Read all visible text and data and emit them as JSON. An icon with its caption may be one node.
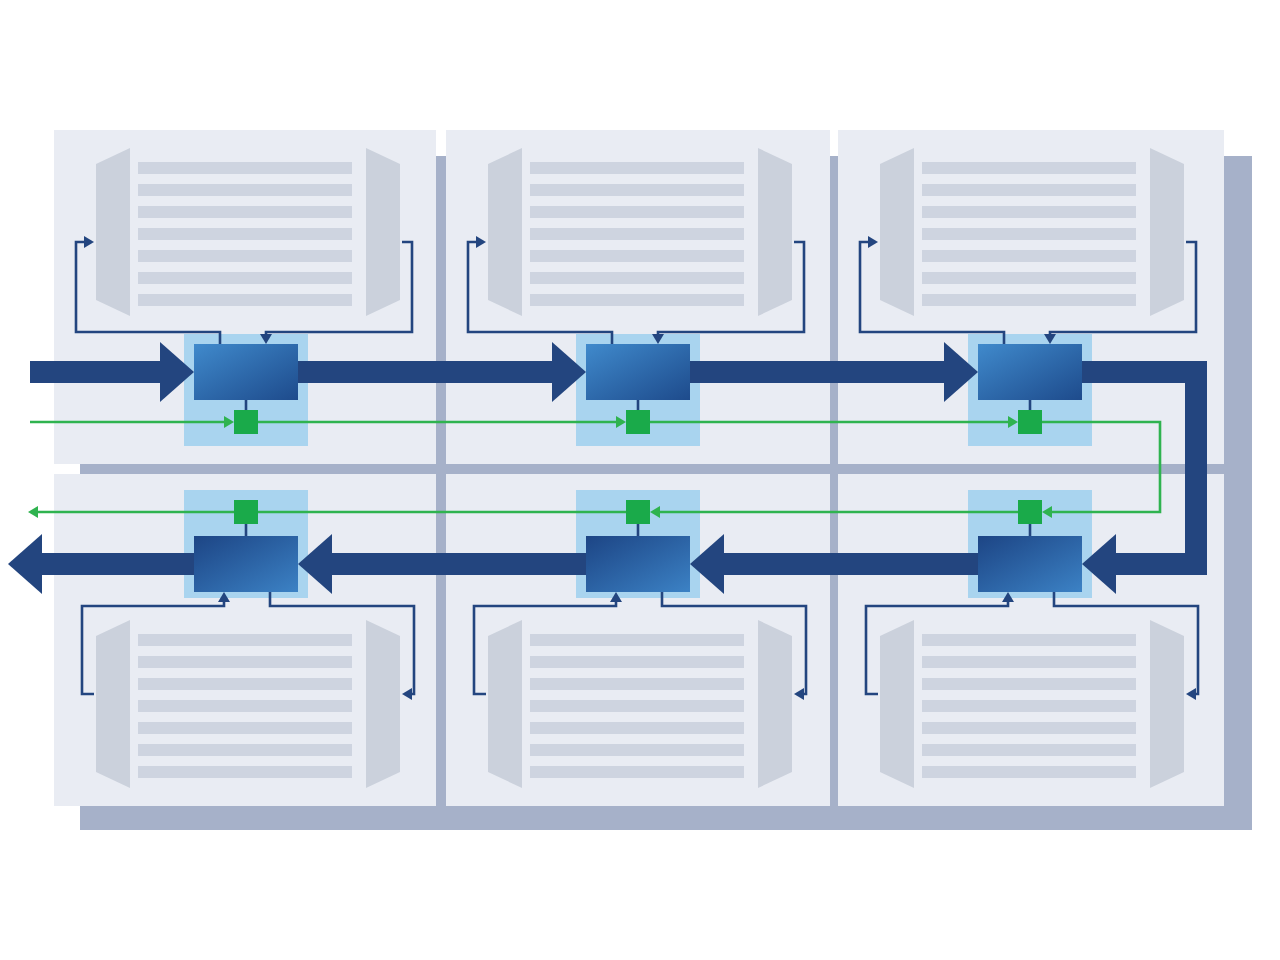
{
  "diagram": {
    "nodes": [
      {
        "text": [],
        "shape": "box"
      },
      {
        "text": [],
        "shape": "picture",
        "in": 0
      },
      {
        "text": [],
        "shape": "box",
        "in": 0
      },
      {
        "text": [],
        "shape": "box",
        "in": 2
      },
      {
        "text": [],
        "shape": "box",
        "in": 2
      },
      {
        "text": [],
        "shape": "box"
      },
      {
        "text": [],
        "shape": "picture",
        "in": 5
      },
      {
        "text": [],
        "shape": "box",
        "in": 5
      },
      {
        "text": [],
        "shape": "box",
        "in": 7
      },
      {
        "text": [],
        "shape": "box",
        "in": 7
      },
      {
        "text": [],
        "shape": "box"
      },
      {
        "text": [],
        "shape": "picture",
        "in": 10
      },
      {
        "text": [],
        "shape": "box",
        "in": 10
      },
      {
        "text": [],
        "shape": "box",
        "in": 12
      },
      {
        "text": [],
        "shape": "box",
        "in": 12
      },
      {
        "text": [],
        "shape": "box"
      },
      {
        "text": [],
        "shape": "box",
        "in": 15
      },
      {
        "text": [],
        "shape": "box",
        "in": 16
      },
      {
        "text": [],
        "shape": "box",
        "in": 16
      },
      {
        "text": [],
        "shape": "picture",
        "in": 15
      },
      {
        "text": [],
        "shape": "box"
      },
      {
        "text": [],
        "shape": "box",
        "in": 20
      },
      {
        "text": [],
        "shape": "box",
        "in": 21
      },
      {
        "text": [],
        "shape": "box",
        "in": 21
      },
      {
        "text": [],
        "shape": "picture",
        "in": 20
      },
      {
        "text": [],
        "shape": "box"
      },
      {
        "text": [],
        "shape": "box",
        "in": 25
      },
      {
        "text": [],
        "shape": "box",
        "in": 26
      },
      {
        "text": [],
        "shape": "box",
        "in": 26
      },
      {
        "text": [],
        "shape": "picture",
        "in": 25
      }
    ],
    "edges": [
      {
        "from": null,
        "to": 3,
        "arrow": "to",
        "style": "thick"
      },
      {
        "from": 3,
        "to": 8,
        "arrow": "to",
        "style": "thick"
      },
      {
        "from": 8,
        "to": 13,
        "arrow": "to",
        "style": "thick"
      },
      {
        "from": 13,
        "to": 28,
        "arrow": "to",
        "style": "thick"
      },
      {
        "from": 28,
        "to": 23,
        "arrow": "to",
        "style": "thick"
      },
      {
        "from": 23,
        "to": 18,
        "arrow": "to",
        "style": "thick"
      },
      {
        "from": 18,
        "to": null,
        "arrow": "to",
        "style": "thick"
      },
      {
        "from": null,
        "to": 4,
        "arrow": "to",
        "color": "#2fb34f"
      },
      {
        "from": 4,
        "to": 9,
        "arrow": "to",
        "color": "#2fb34f"
      },
      {
        "from": 9,
        "to": 14,
        "arrow": "to",
        "color": "#2fb34f"
      },
      {
        "from": 14,
        "to": 27,
        "arrow": "to",
        "color": "#2fb34f"
      },
      {
        "from": 27,
        "to": 22,
        "arrow": "to",
        "color": "#2fb34f"
      },
      {
        "from": 22,
        "to": 17,
        "arrow": "none",
        "color": "#2fb34f"
      },
      {
        "from": 17,
        "to": null,
        "arrow": "to",
        "color": "#2fb34f"
      },
      {
        "from": 3,
        "to": 4,
        "arrow": "none"
      },
      {
        "from": 8,
        "to": 9,
        "arrow": "none"
      },
      {
        "from": 13,
        "to": 14,
        "arrow": "none"
      },
      {
        "from": 18,
        "to": 17,
        "arrow": "none"
      },
      {
        "from": 23,
        "to": 22,
        "arrow": "none"
      },
      {
        "from": 28,
        "to": 27,
        "arrow": "none"
      },
      {
        "from": 3,
        "to": 1,
        "arrow": "to"
      },
      {
        "from": 1,
        "to": 3,
        "arrow": "to"
      },
      {
        "from": 8,
        "to": 6,
        "arrow": "to"
      },
      {
        "from": 6,
        "to": 8,
        "arrow": "to"
      },
      {
        "from": 13,
        "to": 11,
        "arrow": "to"
      },
      {
        "from": 11,
        "to": 13,
        "arrow": "to"
      },
      {
        "from": 19,
        "to": 18,
        "arrow": "to"
      },
      {
        "from": 18,
        "to": 19,
        "arrow": "to"
      },
      {
        "from": 24,
        "to": 23,
        "arrow": "to"
      },
      {
        "from": 23,
        "to": 24,
        "arrow": "to"
      },
      {
        "from": 29,
        "to": 28,
        "arrow": "to"
      },
      {
        "from": 28,
        "to": 29,
        "arrow": "to"
      }
    ]
  }
}
